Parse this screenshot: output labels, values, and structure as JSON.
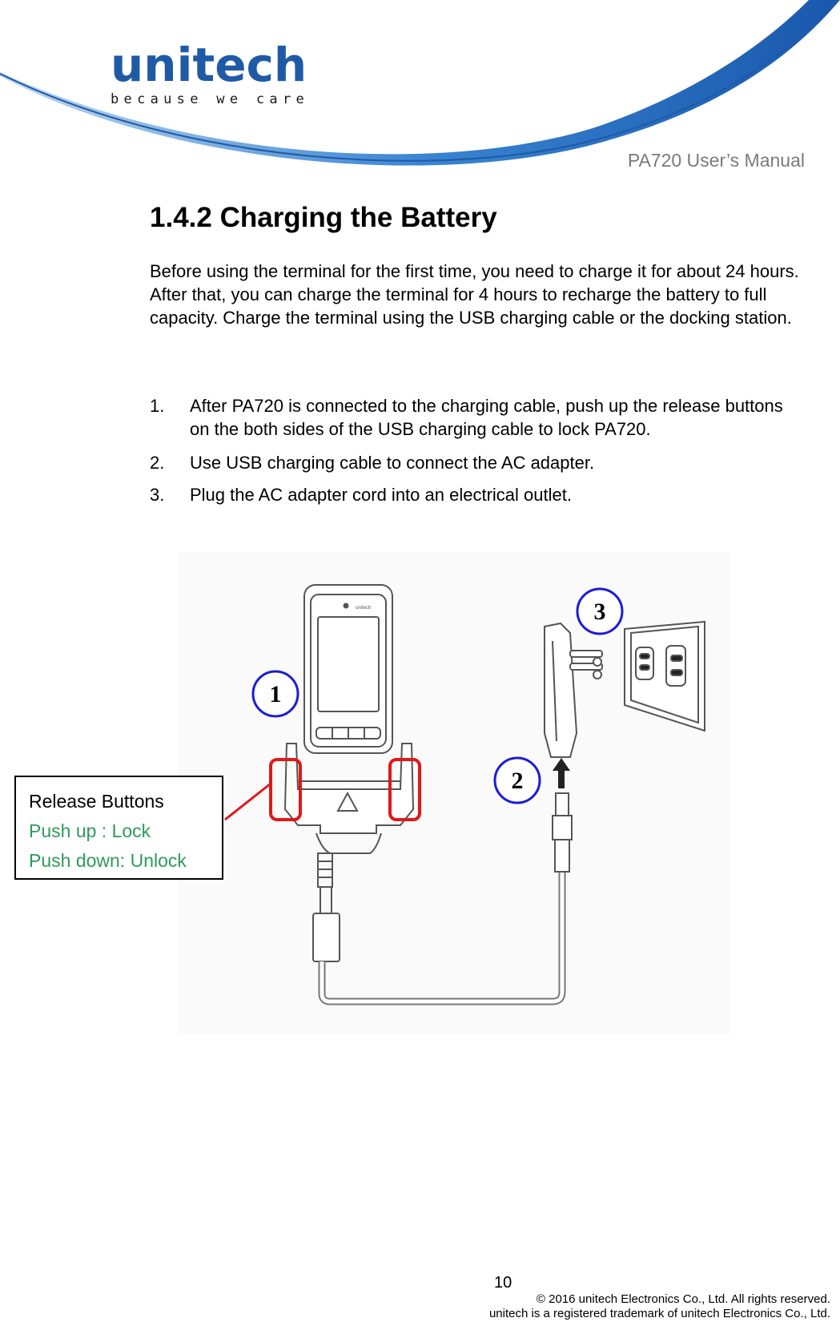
{
  "header": {
    "logo_word": "unitech",
    "logo_tagline": "because we care",
    "manual_title": "PA720 User’s Manual"
  },
  "section": {
    "heading": "1.4.2 Charging the Battery",
    "intro": "Before using the terminal for the first time, you need to charge it for about 24 hours. After that, you can charge the terminal for 4 hours to recharge the battery to full capacity. Charge the terminal using the USB charging cable or the docking station."
  },
  "steps": [
    {
      "number": "1.",
      "text": "After PA720 is connected to the charging cable, push up the release buttons on the both sides of the USB charging cable to lock PA720."
    },
    {
      "number": "2.",
      "text": "Use USB charging cable to connect the AC adapter."
    },
    {
      "number": "3.",
      "text": "Plug the AC adapter cord into an electrical outlet."
    }
  ],
  "diagram": {
    "device_brand": "unitech",
    "markers": [
      "1",
      "2",
      "3"
    ],
    "callout": {
      "title": "Release Buttons",
      "lock": "Push up : Lock",
      "unlock": "Push down: Unlock"
    }
  },
  "footer": {
    "page_number": "10",
    "copyright": "© 2016 unitech Electronics Co., Ltd. All rights reserved.",
    "trademark": "unitech is a registered trademark of unitech Electronics Co., Ltd."
  },
  "colors": {
    "brand_blue": "#1f5aa6",
    "callout_green": "#2e9a5a",
    "marker_blue": "#1c1cd6",
    "highlight_red": "#e01818"
  }
}
